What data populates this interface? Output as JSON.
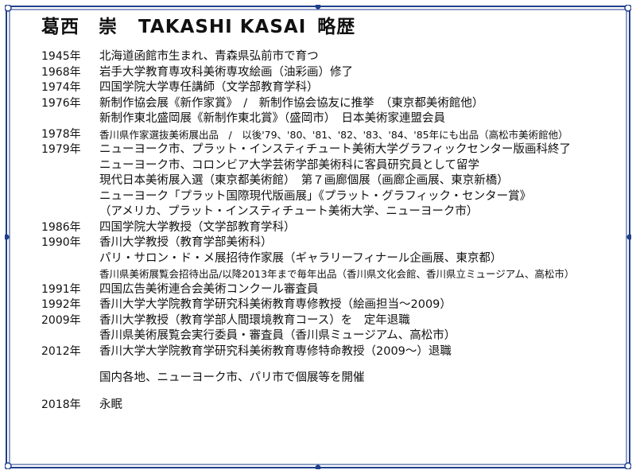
{
  "colors": {
    "border": "#1f3f8c",
    "text": "#111111"
  },
  "title": {
    "name": "葛西　崇",
    "romaji": "TAKASHI KASAI",
    "label": "略歴"
  },
  "entries": [
    {
      "year": "1945年",
      "text": "北海道函館市生まれ、青森県弘前市で育つ"
    },
    {
      "year": "1968年",
      "text": "岩手大学教育専攻科美術専攻絵画（油彩画）修了"
    },
    {
      "year": "1974年",
      "text": "四国学院大学専任講師（文学部教育学科）"
    },
    {
      "year": "1976年",
      "text": "新制作協会展《新作家賞》　/　新制作協会協友に推挙　（東京都美術館他）"
    },
    {
      "year": "",
      "text": "新制作東北盛岡展《新制作東北賞》（盛岡市）　日本美術家連盟会員"
    },
    {
      "year": "1978年",
      "text": "香川県作家選抜美術展出品　/　以後'79、'80、'81、'82、'83、'84、'85年にも出品（高松市美術館他）",
      "small": true
    },
    {
      "year": "1979年",
      "text": "ニューヨーク市、プラット・インスティチュート美術大学グラフィックセンター版画科終了"
    },
    {
      "year": "",
      "text": "ニューヨーク市、コロンビア大学芸術学部美術科に客員研究員として留学"
    },
    {
      "year": "",
      "text": "現代日本美術展入選（東京都美術館）　第７画廊個展（画廊企画展、東京新橋）"
    },
    {
      "year": "",
      "text": "ニューヨーク「プラット国際現代版画展」《プラット・グラフィック・センター賞》"
    },
    {
      "year": "",
      "text": "（アメリカ、プラット・インスティチュート美術大学、ニューヨーク市）"
    },
    {
      "year": "1986年",
      "text": "四国学院大学教授（文学部教育学科）"
    },
    {
      "year": "1990年",
      "text": "香川大学教授（教育学部美術科）"
    },
    {
      "year": "",
      "text": "パリ・サロン・ド・メ展招待作家展（ギャラリーフィナール企画展、東京都）"
    },
    {
      "year": "",
      "text": "香川県美術展覧会招待出品/以降2013年まで毎年出品（香川県文化会館、香川県立ミュージアム、高松市）",
      "small": true
    },
    {
      "year": "1991年",
      "text": "四国広告美術連合会美術コンクール審査員"
    },
    {
      "year": "1992年",
      "text": "香川大学大学院教育学研究科美術教育専修教授（絵画担当～2009）"
    },
    {
      "year": "2009年",
      "text": "香川大学教授（教育学部人間環境教育コース）を　定年退職"
    },
    {
      "year": "",
      "text": "香川県美術展覧会実行委員・審査員（香川県ミュージアム、高松市）"
    },
    {
      "year": "2012年",
      "text": "香川大学大学院教育学研究科美術教育専修特命教授（2009～）退職"
    },
    {
      "year": "",
      "text": "国内各地、ニューヨーク市、パリ市で個展等を開催",
      "gap": "before"
    },
    {
      "year": "2018年",
      "text": "永眠",
      "gap": "before"
    }
  ]
}
